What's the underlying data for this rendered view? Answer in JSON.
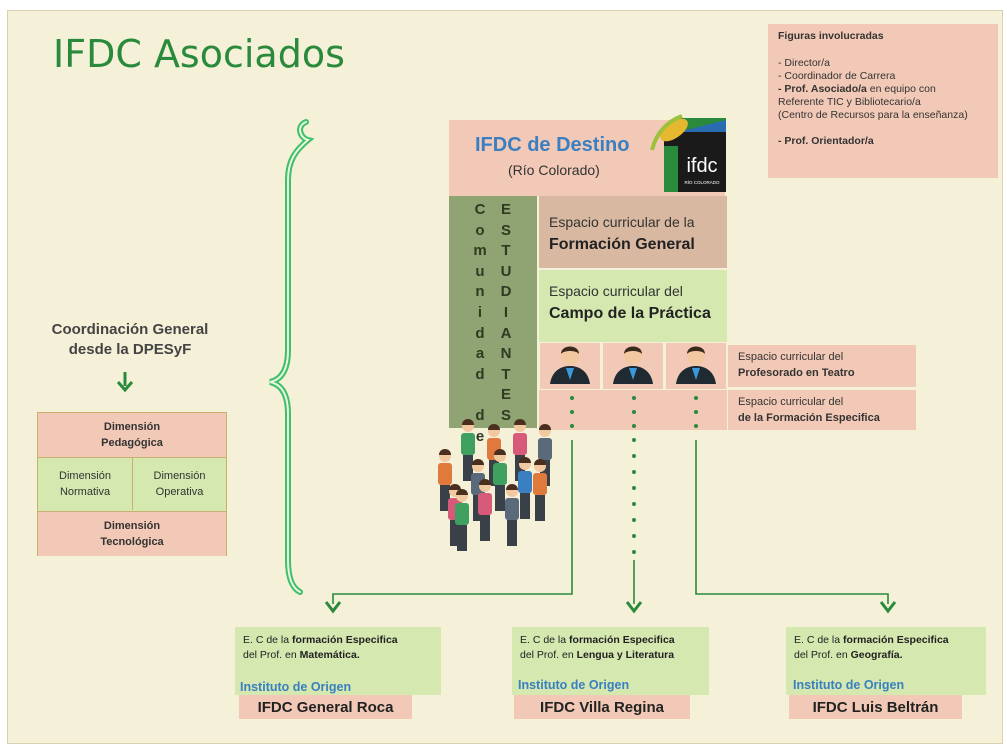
{
  "title": "IFDC Asociados",
  "figuras": {
    "heading": "Figuras involucradas",
    "items": [
      "- Director/a",
      "- Coordinador de Carrera",
      "- Prof. Asociado/a",
      " en equipo con",
      "Referente TIC y Bibliotecario/a",
      "(Centro de Recursos para la enseñanza)",
      "- Prof. Orientador/a"
    ]
  },
  "destino": {
    "title": "IFDC de Destino",
    "subtitle": "(Río Colorado)",
    "logo_text": "ifdc",
    "logo_small": "RÍO COLORADO"
  },
  "comunidad": {
    "col1": [
      "C",
      "o",
      "m",
      "u",
      "n",
      "i",
      "d",
      "a",
      "d",
      "",
      "d",
      "e"
    ],
    "col2": [
      "E",
      "S",
      "T",
      "U",
      "D",
      "I",
      "A",
      "N",
      "T",
      "E",
      "S"
    ]
  },
  "espacios": {
    "fg_line1": "Espacio curricular de la",
    "fg_line2": "Formación General",
    "cp_line1": "Espacio curricular del",
    "cp_line2": "Campo de la Práctica",
    "teatro_line1": "Espacio curricular del",
    "teatro_line2": "Profesorado en Teatro",
    "fe_line1": "Espacio curricular del",
    "fe_line2": "de la Formación Especifica"
  },
  "coordinacion": {
    "line1": "Coordinación General",
    "line2": "desde la DPESyF"
  },
  "dimensiones": {
    "pedagogica": "Dimensión Pedagógica",
    "normativa": "Dimensión Normativa",
    "operativa": "Dimensión Operativa",
    "tecnologica": "Dimensión Tecnológica"
  },
  "origen": [
    {
      "ec_a": "E. C de la ",
      "ec_b": "formación Especifica",
      "prof_a": "del Prof. en ",
      "prof_b": "Matemática.",
      "label": "Instituto de Origen",
      "name": "IFDC General Roca"
    },
    {
      "ec_a": "E. C de la ",
      "ec_b": "formación Especifica",
      "prof_a": "del Prof. en ",
      "prof_b": "Lengua y Literatura",
      "label": "Instituto de Origen",
      "name": "IFDC Villa Regina"
    },
    {
      "ec_a": "E. C de la ",
      "ec_b": "formación Especifica",
      "prof_a": "del Prof. en ",
      "prof_b": "Geografía.",
      "label": "Instituto de Origen",
      "name": "IFDC Luis Beltrán"
    }
  ],
  "colors": {
    "green": "#2a8a3c",
    "peach": "#f2c9b6",
    "light_green": "#d4e8b0",
    "blue": "#3a7fc1"
  }
}
